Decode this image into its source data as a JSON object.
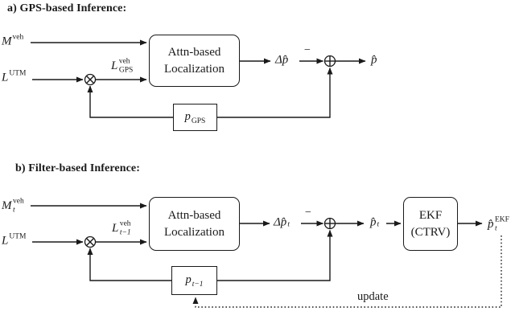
{
  "figure": {
    "colors": {
      "ink": "#1a1a1a",
      "background": "#ffffff"
    },
    "diagram_a": {
      "title": "a) GPS-based Inference:",
      "attn_box": {
        "line1": "Attn-based",
        "line2": "Localization"
      },
      "labels": {
        "m_veh": {
          "main": "M",
          "sup": "veh"
        },
        "l_utm": {
          "main": "L",
          "sup": "UTM"
        },
        "l_gps_veh": {
          "main": "L",
          "sup": "veh",
          "sub": "GPS"
        },
        "delta_p_hat": {
          "main": "Δp̂"
        },
        "minus": "−",
        "p_hat": {
          "main": "p̂"
        },
        "p_gps": {
          "main": "p",
          "sub": "GPS"
        }
      }
    },
    "diagram_b": {
      "title": "b) Filter-based Inference:",
      "attn_box": {
        "line1": "Attn-based",
        "line2": "Localization"
      },
      "ekf_box": {
        "line1": "EKF",
        "line2": "(CTRV)"
      },
      "labels": {
        "m_t_veh": {
          "main": "M",
          "sup": "veh",
          "sub": "t"
        },
        "l_utm": {
          "main": "L",
          "sup": "UTM"
        },
        "l_t1_veh": {
          "main": "L",
          "sup": "veh",
          "sub": "t−1"
        },
        "delta_p_hat_t": {
          "main": "Δp̂",
          "sub": "t"
        },
        "minus": "−",
        "p_hat_t": {
          "main": "p̂",
          "sub": "t"
        },
        "p_t1": {
          "main": "p",
          "sub": "t−1"
        },
        "p_hat_t_ekf": {
          "main": "p̂",
          "sup": "EKF",
          "sub": "t"
        },
        "update": "update"
      }
    }
  }
}
